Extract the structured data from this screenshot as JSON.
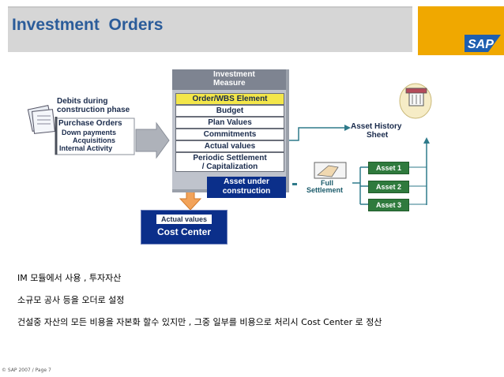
{
  "title": "Investment  Orders",
  "logo_text": "SAP",
  "diagram": {
    "debits_title_1": "Debits during",
    "debits_title_2": "construction phase",
    "purchase_orders": "Purchase Orders",
    "down_payments": "Down payments",
    "acquisitions": "Acquisitions",
    "internal_activity": "Internal Activity",
    "im_title_1": "Investment",
    "im_title_2": "Measure",
    "im_rows": [
      "Order/WBS Element",
      "Budget",
      "Plan Values",
      "Commitments",
      "Actual values"
    ],
    "periodic_1": "Periodic Settlement",
    "periodic_2": "/ Capitalization",
    "auc_1": "Asset under",
    "auc_2": "construction",
    "cc_1": "Actual values",
    "cc_2": "Cost Center",
    "full_1": "Full",
    "full_2": "Settlement",
    "history_1": "Asset History",
    "history_2": "Sheet",
    "assets": [
      "Asset 1",
      "Asset 2",
      "Asset 3"
    ]
  },
  "bullets": [
    "IM 모듈에서 사용 ,  투자자산",
    "소규모 공사 등을 오더로 설정",
    "건설중 자산의 모든 비용을 자본화 할수 있지만 ,  그중 일부를 비용으로 처리시  Cost Center 로 정산"
  ],
  "footer": "© SAP 2007 / Page 7",
  "colors": {
    "title": "#2b5c9a",
    "accent": "#f0a800",
    "asset": "#2f7a3d",
    "dark_blue": "#0b2f8a"
  }
}
